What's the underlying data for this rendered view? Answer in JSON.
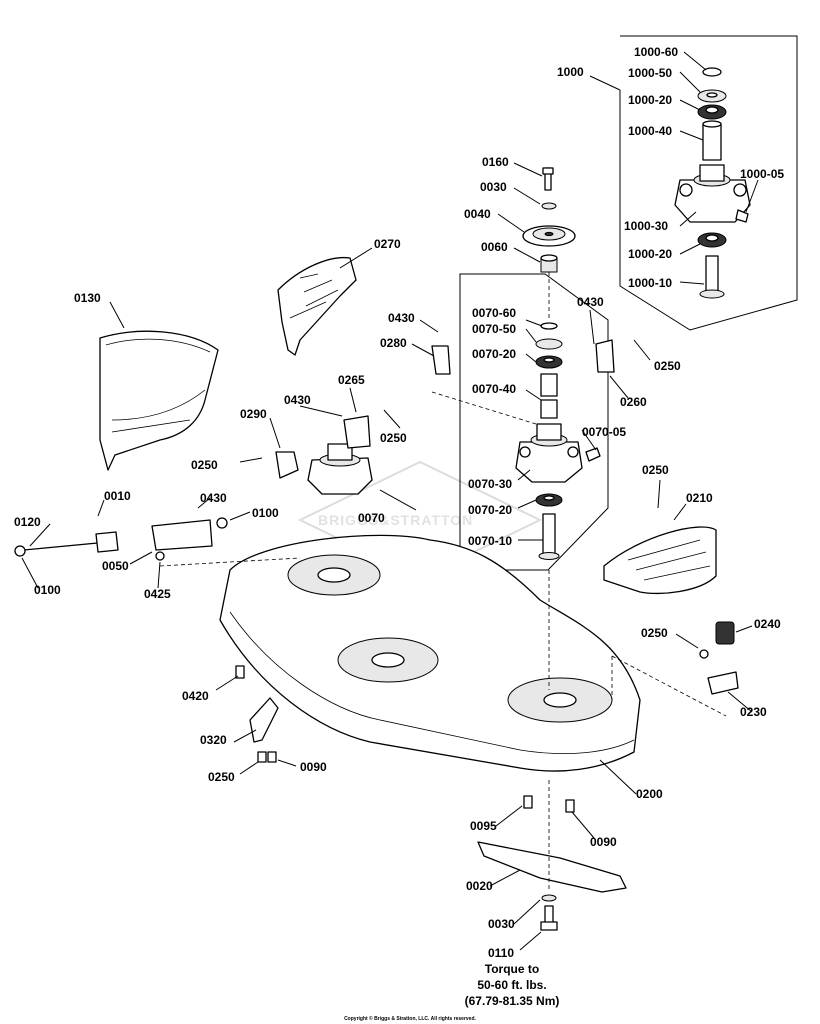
{
  "labels": {
    "p1000": "1000",
    "p1000_60": "1000-60",
    "p1000_50": "1000-50",
    "p1000_20a": "1000-20",
    "p1000_40": "1000-40",
    "p1000_05": "1000-05",
    "p1000_30": "1000-30",
    "p1000_20b": "1000-20",
    "p1000_10": "1000-10",
    "p0160": "0160",
    "p0030a": "0030",
    "p0040": "0040",
    "p0060": "0060",
    "p0270": "0270",
    "p0130": "0130",
    "p0430a": "0430",
    "p0280": "0280",
    "p0070_60": "0070-60",
    "p0070_50": "0070-50",
    "p0070_20a": "0070-20",
    "p0070_40": "0070-40",
    "p0070_05": "0070-05",
    "p0070_30": "0070-30",
    "p0070_20b": "0070-20",
    "p0070_10": "0070-10",
    "p0430b": "0430",
    "p0250a": "0250",
    "p0260": "0260",
    "p0265": "0265",
    "p0430c": "0430",
    "p0290": "0290",
    "p0250b": "0250",
    "p0250c": "0250",
    "p0070": "0070",
    "p0250d": "0250",
    "p0210": "0210",
    "p0010": "0010",
    "p0430d": "0430",
    "p0120": "0120",
    "p0100a": "0100",
    "p0050": "0050",
    "p0100b": "0100",
    "p0425": "0425",
    "p0250e": "0250",
    "p0240": "0240",
    "p0230": "0230",
    "p0420": "0420",
    "p0320": "0320",
    "p0250f": "0250",
    "p0090a": "0090",
    "p0200": "0200",
    "p0095": "0095",
    "p0090b": "0090",
    "p0020": "0020",
    "p0030b": "0030",
    "p0110": "0110"
  },
  "torque": {
    "line1": "Torque to",
    "line2": "50-60 ft. lbs.",
    "line3": "(67.79-81.35 Nm)"
  },
  "watermark": "BRIGGS&STRATTON",
  "copyright": "Copyright © Briggs & Stratton, LLC. All rights reserved."
}
